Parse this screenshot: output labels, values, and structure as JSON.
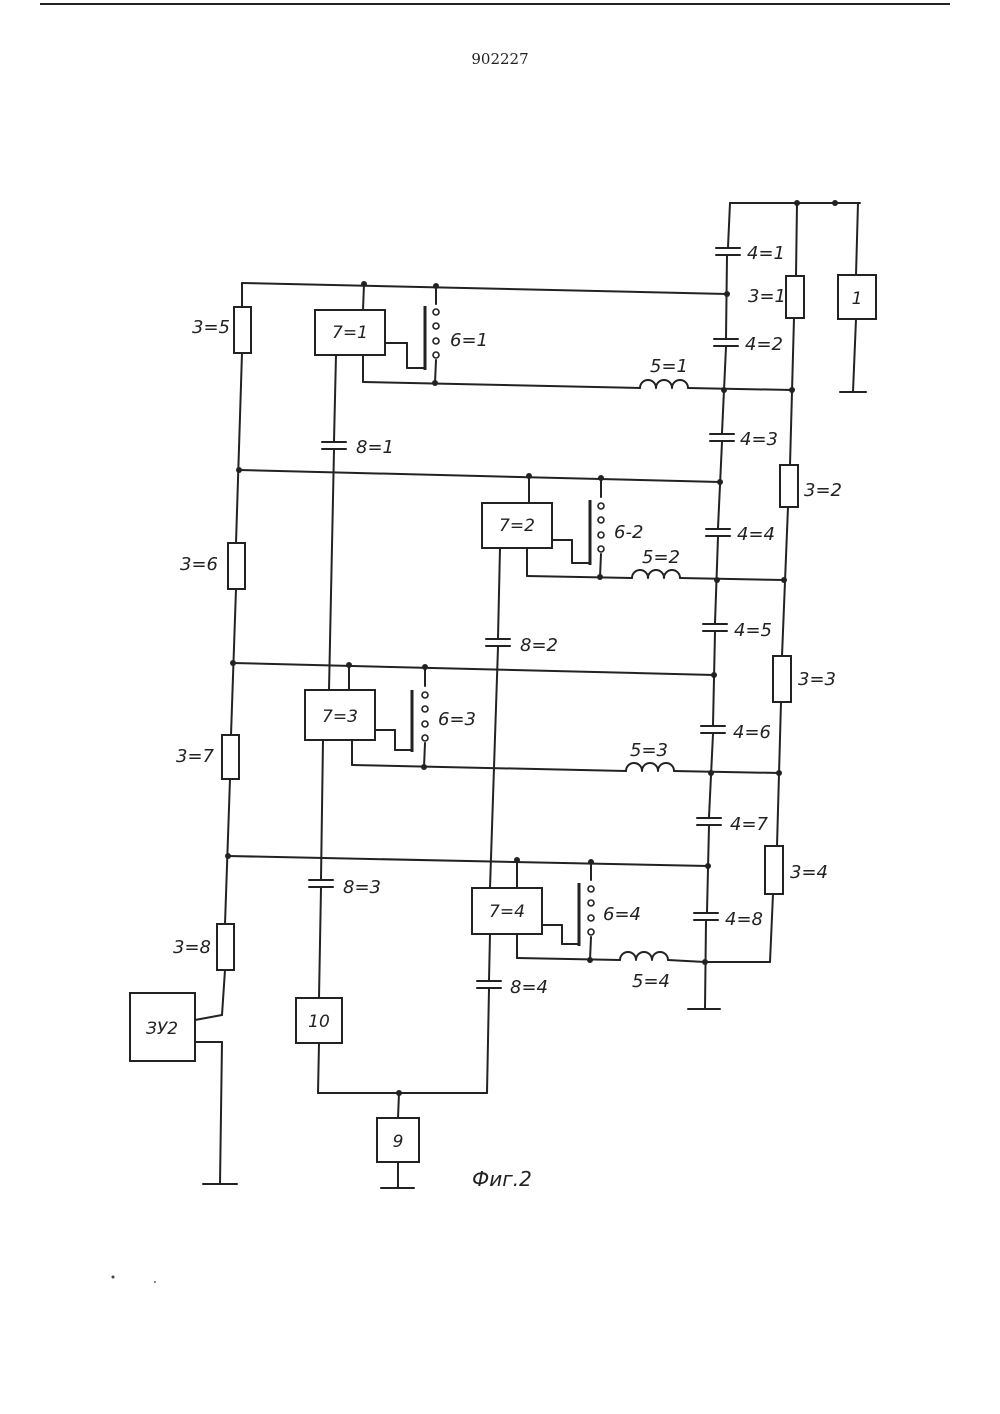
{
  "patent_number": "902227",
  "figure_caption": "Фиг.2",
  "blocks": {
    "b1": "1",
    "b7_1": "7=1",
    "b7_2": "7=2",
    "b7_3": "7=3",
    "b7_4": "7=4",
    "b3u2": "ЗУ2",
    "b10": "10",
    "b9": "9"
  },
  "labels": {
    "c4_1": "4=1",
    "c4_2": "4=2",
    "c4_3": "4=3",
    "c4_4": "4=4",
    "c4_5": "4=5",
    "c4_6": "4=6",
    "c4_7": "4=7",
    "c4_8": "4=8",
    "r3_1": "3=1",
    "r3_2": "3=2",
    "r3_3": "3=3",
    "r3_4": "3=4",
    "r3_5": "3=5",
    "r3_6": "3=6",
    "r3_7": "3=7",
    "r3_8": "3=8",
    "l5_1": "5=1",
    "l5_2": "5=2",
    "l5_3": "5=3",
    "l5_4": "5=4",
    "k6_1": "6=1",
    "k6_2": "6-2",
    "k6_3": "6=3",
    "k6_4": "6=4",
    "c8_1": "8=1",
    "c8_2": "8=2",
    "c8_3": "8=3",
    "c8_4": "8=4"
  }
}
